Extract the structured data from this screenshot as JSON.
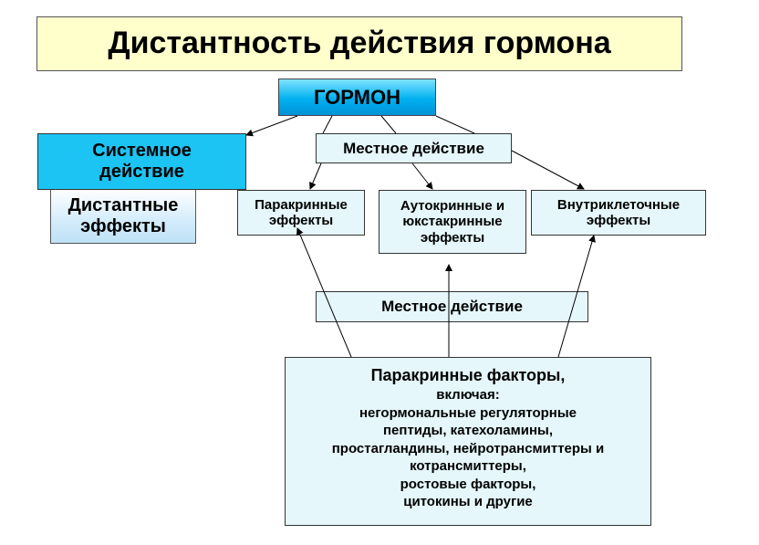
{
  "title": "Дистантность действия гормона",
  "hormone": "ГОРМОН",
  "systemic_action": [
    "Системное",
    "действие"
  ],
  "distant_effects": [
    "Дистантные",
    "эффекты"
  ],
  "local_action_top": "Местное действие",
  "effects": {
    "paracrine": [
      "Паракринные",
      "эффекты"
    ],
    "autocrine": [
      "Аутокринные и",
      "юкстакринные",
      "эффекты"
    ],
    "intracellular": [
      "Внутриклеточные",
      "эффекты"
    ]
  },
  "local_action_mid": "Местное действие",
  "paracrine_factors": {
    "heading": "Паракринные факторы,",
    "lines": [
      "включая:",
      "негормональные регуляторные",
      "пептиды,  катехоламины,",
      "простагландины, нейротрансмиттеры и",
      "котрансмиттеры,",
      "ростовые факторы,",
      "цитокины и другие"
    ]
  },
  "colors": {
    "title_bg": "#ffffcc",
    "hormone_bg": "#00b0f0",
    "systemic_bg": "#1cc4f4",
    "box_bg": "#e5f7fb"
  }
}
